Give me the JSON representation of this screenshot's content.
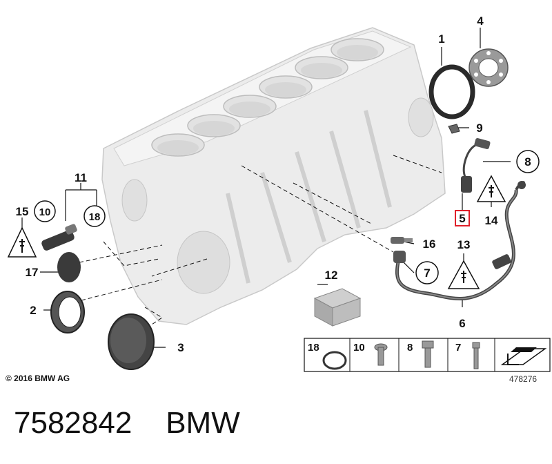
{
  "callouts": {
    "c1": "1",
    "c2": "2",
    "c3": "3",
    "c4": "4",
    "c5": "5",
    "c6": "6",
    "c7": "7",
    "c8": "8",
    "c9": "9",
    "c10": "10",
    "c11": "11",
    "c12": "12",
    "c13": "13",
    "c14": "14",
    "c15": "15",
    "c16": "16",
    "c17": "17",
    "c18": "18"
  },
  "legend": {
    "l18": "18",
    "l10": "10",
    "l8": "8",
    "l7": "7"
  },
  "highlight_color": "#e0202a",
  "copyright": "© 2016 BMW AG",
  "drawing_number": "478276",
  "footer": {
    "part_number": "7582842",
    "brand": "BMW"
  }
}
